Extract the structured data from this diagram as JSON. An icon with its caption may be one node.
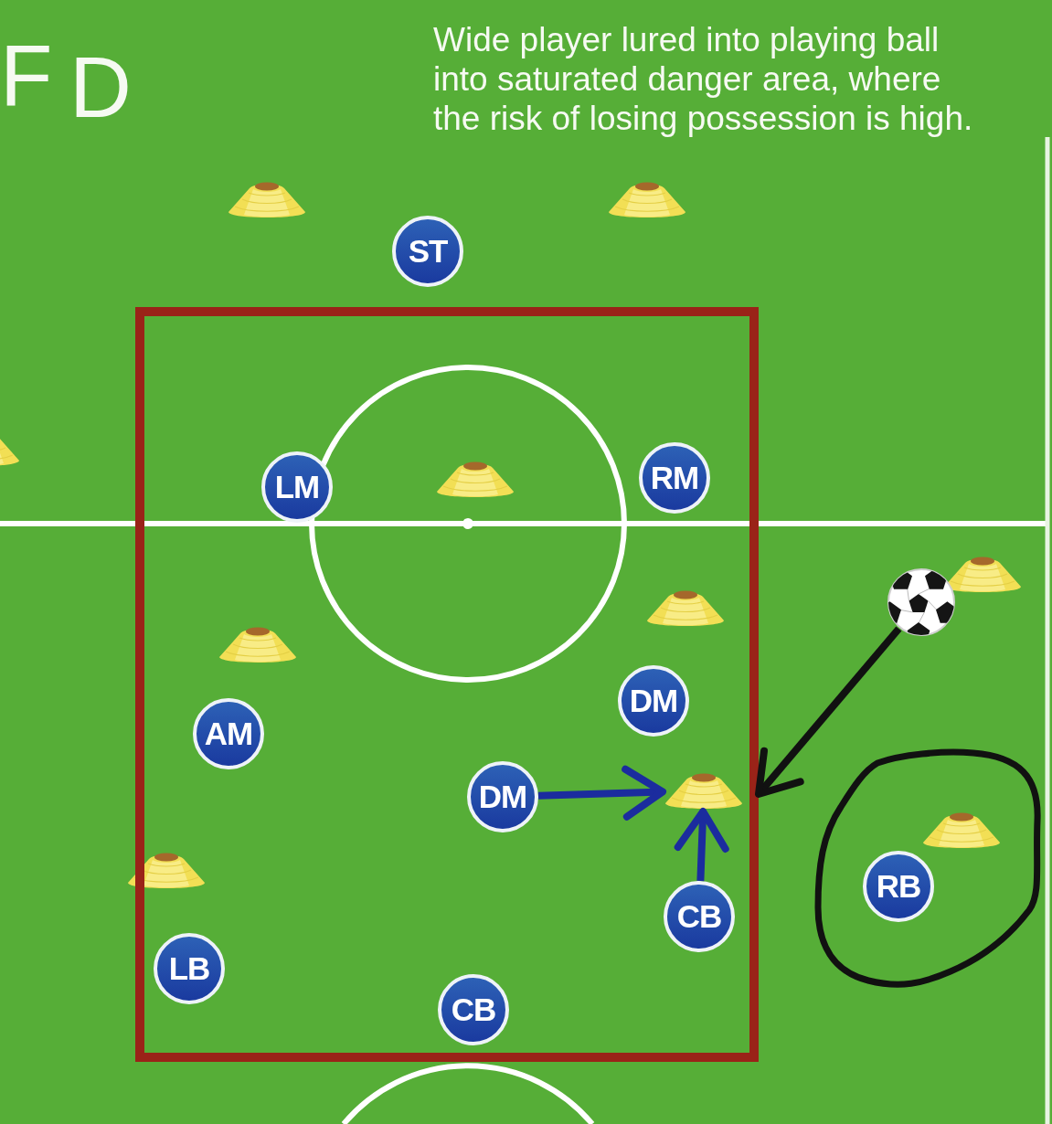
{
  "diagram": {
    "nodes": [
      {
        "text": [
          "ST"
        ]
      },
      {
        "text": [],
        "shape": "box"
      },
      {
        "text": [
          "LM"
        ],
        "in": 1
      },
      {
        "text": [
          "RM"
        ],
        "in": 1
      },
      {
        "text": [],
        "shape": "picture"
      },
      {
        "text": [
          "DM"
        ],
        "in": 1
      },
      {
        "text": [
          "AM"
        ],
        "in": 1
      },
      {
        "text": [],
        "shape": "circle"
      },
      {
        "text": [
          "DM"
        ],
        "in": 1
      },
      {
        "text": [],
        "shape": "cone",
        "in": 1
      },
      {
        "text": [
          "RB"
        ],
        "in": 7
      },
      {
        "text": [
          "CB"
        ],
        "in": 1
      },
      {
        "text": [
          "LB"
        ],
        "in": 1
      },
      {
        "text": [
          "CB"
        ],
        "in": 1
      }
    ],
    "edges": [
      {
        "from": 4,
        "to": 1,
        "arrow": "to",
        "color": "#111111"
      },
      {
        "from": 8,
        "to": 9,
        "arrow": "to"
      },
      {
        "from": 11,
        "to": 9,
        "arrow": "to"
      }
    ],
    "labels": [
      "F",
      "D",
      "Wide player lured into playing ball into saturated danger area, where the risk of losing possession is high."
    ]
  }
}
